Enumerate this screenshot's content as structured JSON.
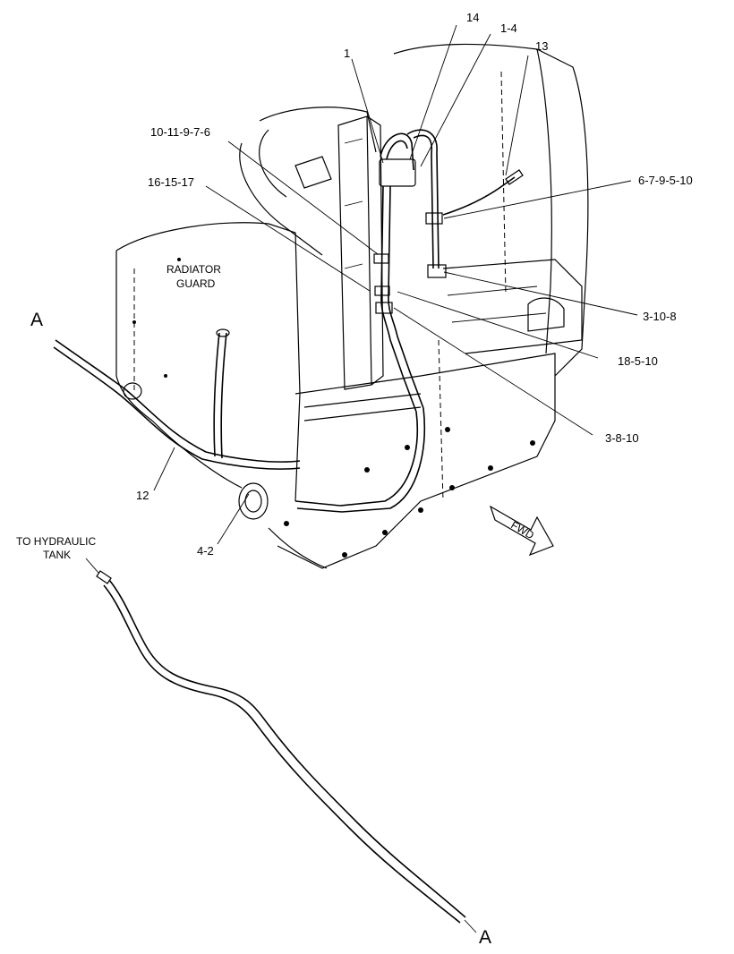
{
  "callouts": {
    "c14": "14",
    "c1_4": "1-4",
    "c1": "1",
    "c13": "13",
    "c10_11_9_7_6": "10-11-9-7-6",
    "c16_15_17": "16-15-17",
    "c6_7_9_5_10": "6-7-9-5-10",
    "c3_10_8": "3-10-8",
    "c18_5_10": "18-5-10",
    "c3_8_10": "3-8-10",
    "c12": "12",
    "c4_2": "4-2"
  },
  "labels": {
    "radiator_guard_line1": "RADIATOR",
    "radiator_guard_line2": "GUARD",
    "to_hydraulic_line1": "TO HYDRAULIC",
    "to_hydraulic_line2": "TANK",
    "fwd": "FWD",
    "ref_a_top": "A",
    "ref_a_bottom": "A"
  }
}
